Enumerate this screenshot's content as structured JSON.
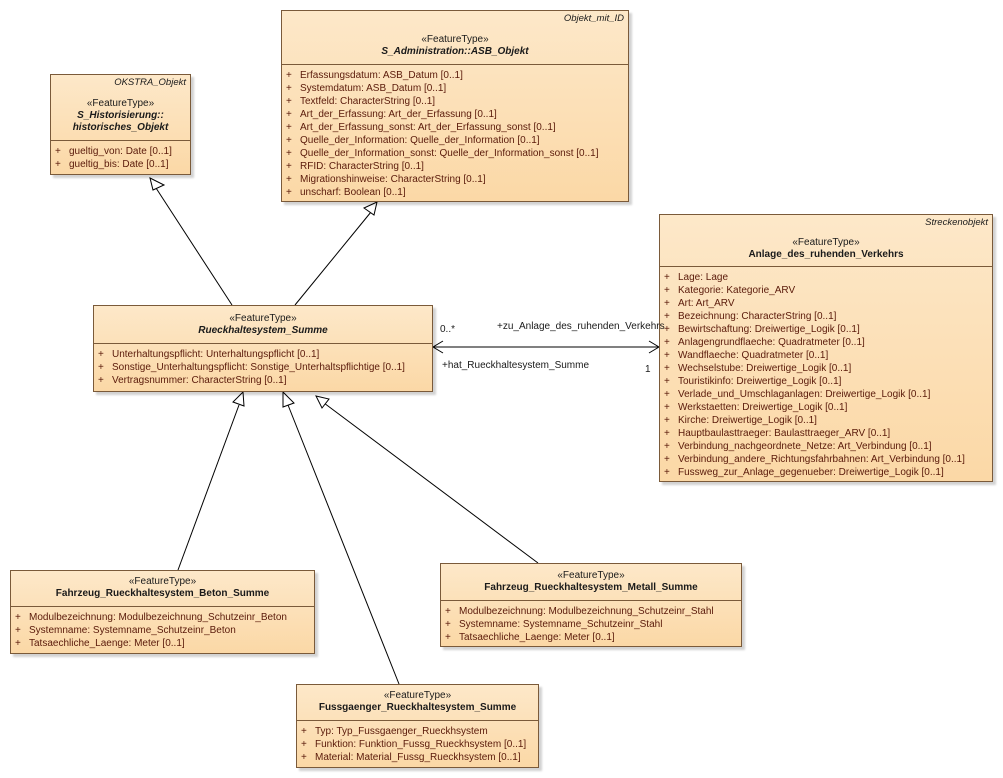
{
  "stereotype": "«FeatureType»",
  "classes": {
    "okstra": {
      "parent": "OKSTRA_Objekt",
      "name_lines": [
        "S_Historisierung::",
        "historisches_Objekt"
      ],
      "attributes": [
        "gueltig_von: Date [0..1]",
        "gueltig_bis: Date [0..1]"
      ]
    },
    "asb": {
      "parent": "Objekt_mit_ID",
      "name_lines": [
        "S_Administration::ASB_Objekt"
      ],
      "attributes": [
        "Erfassungsdatum: ASB_Datum [0..1]",
        "Systemdatum: ASB_Datum [0..1]",
        "Textfeld: CharacterString [0..1]",
        "Art_der_Erfassung: Art_der_Erfassung [0..1]",
        "Art_der_Erfassung_sonst: Art_der_Erfassung_sonst [0..1]",
        "Quelle_der_Information: Quelle_der_Information [0..1]",
        "Quelle_der_Information_sonst: Quelle_der_Information_sonst [0..1]",
        "RFID: CharacterString [0..1]",
        "Migrationshinweise: CharacterString [0..1]",
        "unscharf: Boolean [0..1]"
      ]
    },
    "rueck": {
      "parent": "",
      "name_lines": [
        "Rueckhaltesystem_Summe"
      ],
      "attributes": [
        "Unterhaltungspflicht: Unterhaltungspflicht [0..1]",
        "Sonstige_Unterhaltungspflicht: Sonstige_Unterhaltspflichtige [0..1]",
        "Vertragsnummer: CharacterString [0..1]"
      ]
    },
    "anlage": {
      "parent": "Streckenobjekt",
      "name_lines": [
        "Anlage_des_ruhenden_Verkehrs"
      ],
      "attributes": [
        "Lage: Lage",
        "Kategorie: Kategorie_ARV",
        "Art: Art_ARV",
        "Bezeichnung: CharacterString [0..1]",
        "Bewirtschaftung: Dreiwertige_Logik [0..1]",
        "Anlagengrundflaeche: Quadratmeter [0..1]",
        "Wandflaeche: Quadratmeter [0..1]",
        "Wechselstube: Dreiwertige_Logik [0..1]",
        "Touristikinfo: Dreiwertige_Logik [0..1]",
        "Verlade_und_Umschlaganlagen: Dreiwertige_Logik [0..1]",
        "Werkstaetten: Dreiwertige_Logik [0..1]",
        "Kirche: Dreiwertige_Logik [0..1]",
        "Hauptbaulasttraeger: Baulasttraeger_ARV [0..1]",
        "Verbindung_nachgeordnete_Netze: Art_Verbindung [0..1]",
        "Verbindung_andere_Richtungsfahrbahnen: Art_Verbindung [0..1]",
        "Fussweg_zur_Anlage_gegenueber: Dreiwertige_Logik [0..1]"
      ]
    },
    "beton": {
      "parent": "",
      "name_lines": [
        "Fahrzeug_Rueckhaltesystem_Beton_Summe"
      ],
      "attributes": [
        "Modulbezeichnung: Modulbezeichnung_Schutzeinr_Beton",
        "Systemname: Systemname_Schutzeinr_Beton",
        "Tatsaechliche_Laenge: Meter [0..1]"
      ]
    },
    "metall": {
      "parent": "",
      "name_lines": [
        "Fahrzeug_Rueckhaltesystem_Metall_Summe"
      ],
      "attributes": [
        "Modulbezeichnung: Modulbezeichnung_Schutzeinr_Stahl",
        "Systemname: Systemname_Schutzeinr_Stahl",
        "Tatsaechliche_Laenge: Meter [0..1]"
      ]
    },
    "fuss": {
      "parent": "",
      "name_lines": [
        "Fussgaenger_Rueckhaltesystem_Summe"
      ],
      "attributes": [
        "Typ: Typ_Fussgaenger_Rueckhsystem",
        "Funktion: Funktion_Fussg_Rueckhsystem [0..1]",
        "Material: Material_Fussg_Rueckhsystem [0..1]"
      ]
    }
  },
  "association": {
    "role_to_anlage": "+zu_Anlage_des_ruhenden_Verkehrs",
    "role_to_rueck": "+hat_Rueckhaltesystem_Summe",
    "mult_rueck_end": "0..*",
    "mult_anlage_end": "1"
  },
  "visibility": "+"
}
